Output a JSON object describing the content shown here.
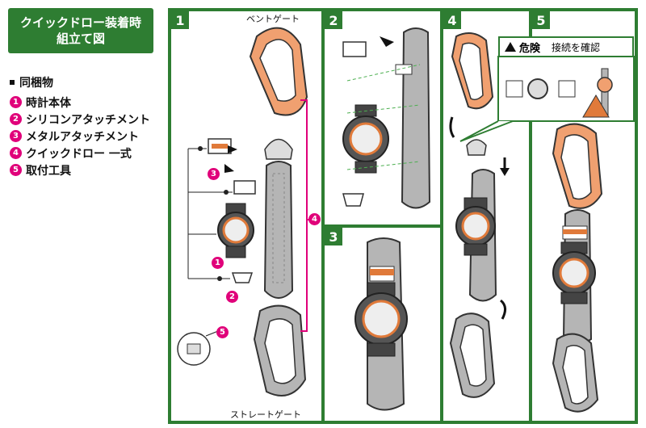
{
  "title": {
    "line1": "クイックドロー装着時",
    "line2": "組立て図"
  },
  "contents": {
    "heading": "同梱物",
    "items": [
      {
        "num": "1",
        "label": "時計本体"
      },
      {
        "num": "2",
        "label": "シリコンアタッチメント"
      },
      {
        "num": "3",
        "label": "メタルアタッチメント"
      },
      {
        "num": "4",
        "label": "クイックドロー 一式"
      },
      {
        "num": "5",
        "label": "取付工具"
      }
    ]
  },
  "steps": [
    "1",
    "2",
    "3",
    "4",
    "5"
  ],
  "captions": {
    "bent_gate": "ベントゲート",
    "straight_gate": "ストレートゲート"
  },
  "warning": {
    "danger": "危険",
    "message": "接続を確認"
  },
  "callouts": [
    "1",
    "2",
    "3",
    "4",
    "5"
  ],
  "colors": {
    "frame": "#2e7d32",
    "accent": "#e0007a",
    "carabiner_orange": "#e07a3a",
    "sling_gray": "#b5b5b5"
  }
}
